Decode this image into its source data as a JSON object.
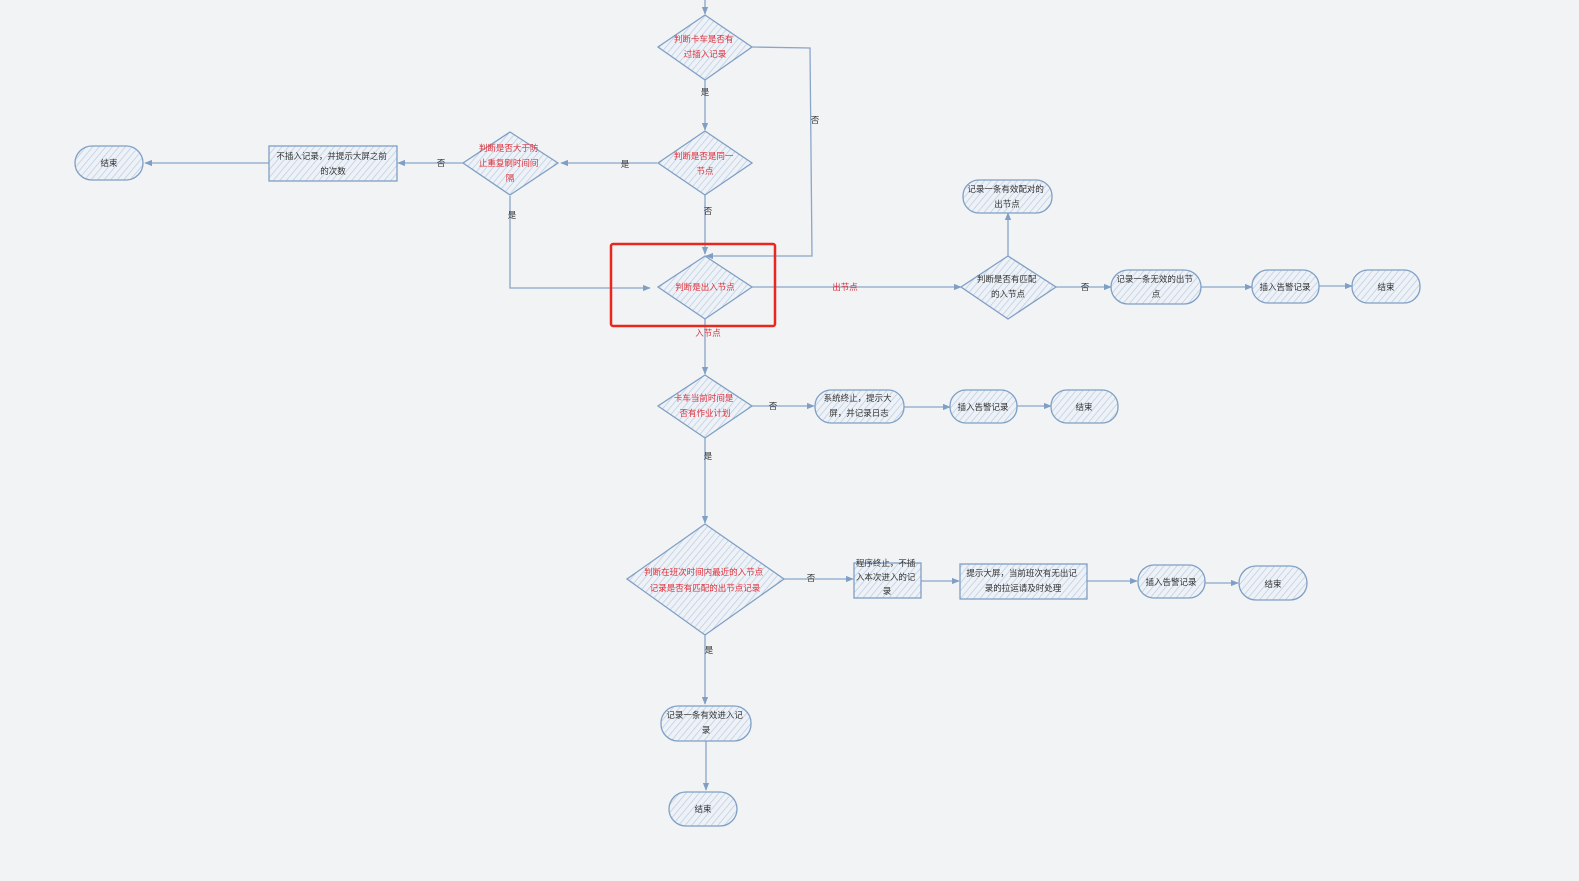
{
  "colors": {
    "background": "#f2f3f5",
    "node_stroke": "#7f9fc4",
    "hatch": "#b7cbe2",
    "decision_text": "#e0303a",
    "text": "#333333",
    "highlight": "#e8281e"
  },
  "decisions": {
    "d1": {
      "lines": [
        "判断卡车是否有",
        "过插入记录"
      ]
    },
    "d2": {
      "lines": [
        "判断是否是同一",
        "节点"
      ]
    },
    "d3": {
      "lines": [
        "判断是否大于防",
        "止重复刷时间间",
        "隔"
      ]
    },
    "d4": {
      "lines": [
        "判断是出入节点"
      ]
    },
    "d5": {
      "lines": [
        "判断是否有匹配",
        "的入节点"
      ]
    },
    "d6": {
      "lines": [
        "卡车当前时间是",
        "否有作业计划"
      ]
    },
    "d7": {
      "lines": [
        "判断在班次时间内最近的入节点",
        "记录是否有匹配的出节点记录"
      ]
    }
  },
  "nodes": {
    "n_end_left": {
      "lines": [
        "结束"
      ]
    },
    "n_noinsert": {
      "lines": [
        "不插入记录，并提示大屏之前",
        "的次数"
      ]
    },
    "n_record_out": {
      "lines": [
        "记录一条有效配对的",
        "出节点"
      ]
    },
    "n_invalid_out": {
      "lines": [
        "记录一条无效的出节",
        "点"
      ]
    },
    "n_alarm1": {
      "lines": [
        "插入告警记录"
      ]
    },
    "n_end1": {
      "lines": [
        "结束"
      ]
    },
    "n_sys_stop": {
      "lines": [
        "系统终止，提示大",
        "屏，并记录日志"
      ]
    },
    "n_alarm2": {
      "lines": [
        "插入告警记录"
      ]
    },
    "n_end2": {
      "lines": [
        "结束"
      ]
    },
    "n_prog_stop": {
      "lines": [
        "程序终止，不插",
        "入本次进入的记",
        "录"
      ]
    },
    "n_prompt": {
      "lines": [
        "提示大屏，当前班次有无出记",
        "录的拉运请及时处理"
      ]
    },
    "n_alarm3": {
      "lines": [
        "插入告警记录"
      ]
    },
    "n_end3": {
      "lines": [
        "结束"
      ]
    },
    "n_record_in": {
      "lines": [
        "记录一条有效进入记",
        "录"
      ]
    },
    "n_end4": {
      "lines": [
        "结束"
      ]
    }
  },
  "edge_labels": {
    "d1_yes": "是",
    "d1_no": "否",
    "d2_yes": "是",
    "d2_no": "否",
    "d3_no": "否",
    "d3_yes": "是",
    "d4_out": "出节点",
    "d4_in": "入节点",
    "d5_no": "否",
    "d6_no": "否",
    "d6_yes": "是",
    "d7_no": "否",
    "d7_yes": "是"
  }
}
